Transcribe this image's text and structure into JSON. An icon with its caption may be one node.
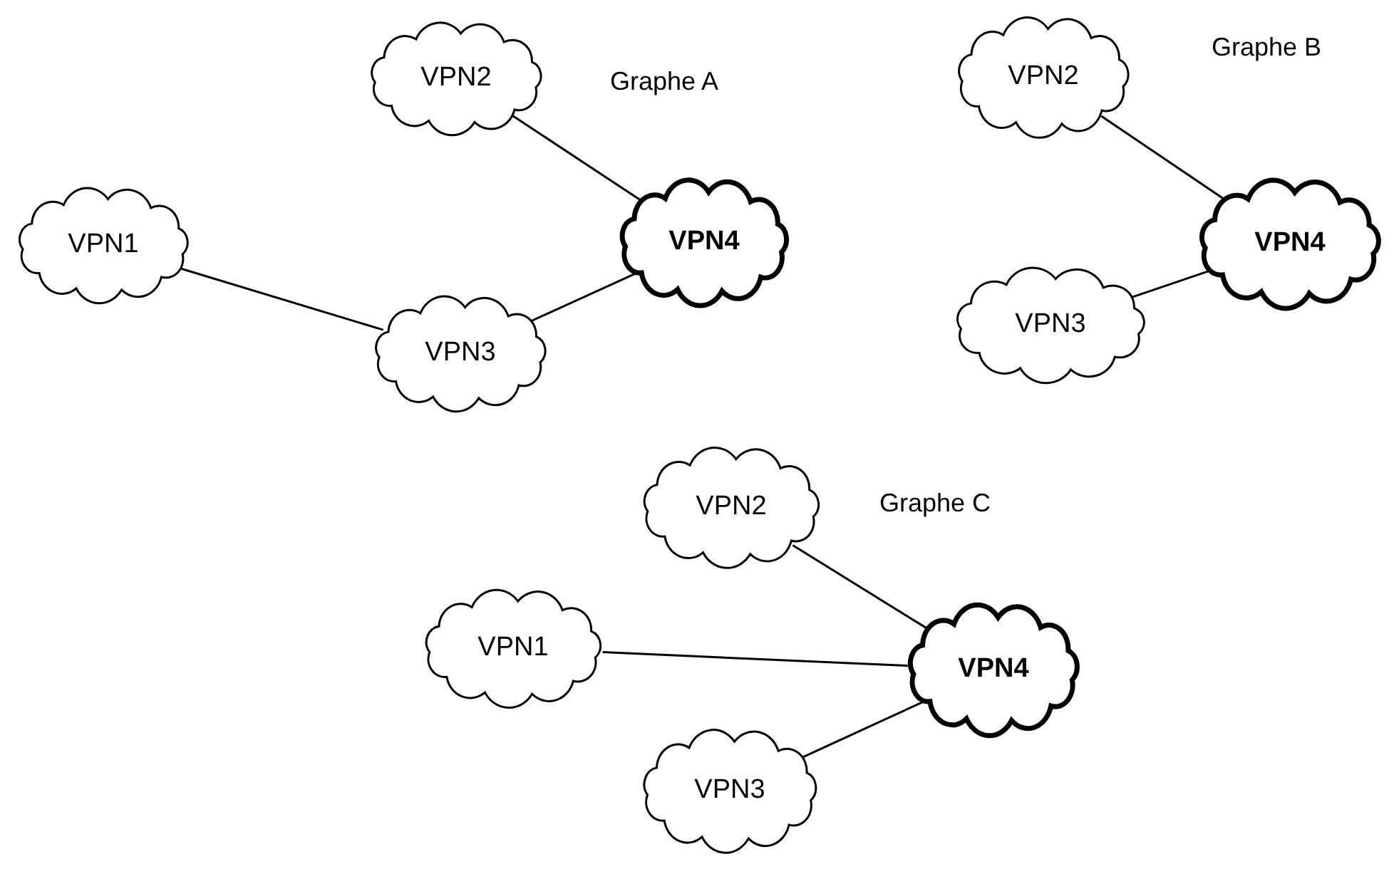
{
  "diagram": {
    "nodes": [
      {
        "text": [
          "VPN2"
        ]
      },
      {
        "text": [
          "VPN2"
        ]
      },
      {
        "text": [
          "VPN1"
        ]
      },
      {
        "text": [
          "VPN4"
        ]
      },
      {
        "text": [
          "VPN4"
        ]
      },
      {
        "text": [
          "VPN3"
        ]
      },
      {
        "text": [
          "VPN3"
        ]
      },
      {
        "text": [
          "VPN2"
        ]
      },
      {
        "text": [
          "VPN1"
        ]
      },
      {
        "text": [
          "VPN4"
        ]
      },
      {
        "text": [
          "VPN3"
        ]
      }
    ],
    "edges": [
      {
        "from": 0,
        "to": 3,
        "arrow": "none"
      },
      {
        "from": 2,
        "to": 6,
        "arrow": "none"
      },
      {
        "from": 6,
        "to": 3,
        "arrow": "none"
      },
      {
        "from": 1,
        "to": 4,
        "arrow": "none"
      },
      {
        "from": 5,
        "to": 4,
        "arrow": "none"
      },
      {
        "from": 7,
        "to": 9,
        "arrow": "none"
      },
      {
        "from": 8,
        "to": 9,
        "arrow": "none"
      },
      {
        "from": 10,
        "to": 9,
        "arrow": "none"
      }
    ],
    "labels": [
      "Graphe A",
      "Graphe B",
      "Graphe C"
    ]
  }
}
